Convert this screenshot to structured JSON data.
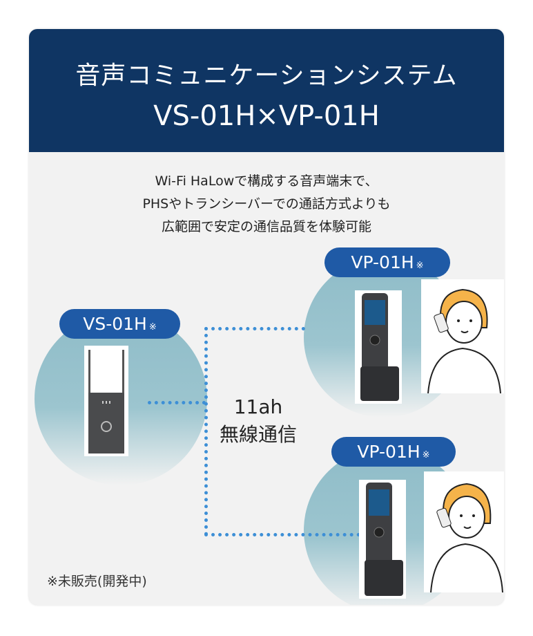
{
  "header": {
    "title": "音声コミュニケーションシステム",
    "subtitle": "VS-01H×VP-01H"
  },
  "description": [
    "Wi-Fi HaLowで構成する音声端末で、",
    "PHSやトランシーバーでの通話方式よりも",
    "広範囲で安定の通信品質を体験可能"
  ],
  "station": {
    "label": "VS-01H",
    "mark": "※"
  },
  "phones": [
    {
      "label": "VP-01H",
      "mark": "※"
    },
    {
      "label": "VP-01H",
      "mark": "※"
    }
  ],
  "link": {
    "line1": "11ah",
    "line2": "無線通信"
  },
  "footnote": "※未販売(開発中)",
  "colors": {
    "header": "#0f3563",
    "pill": "#1f5aa6",
    "link": "#3d8fd6",
    "circle": "#8fbcc8"
  }
}
